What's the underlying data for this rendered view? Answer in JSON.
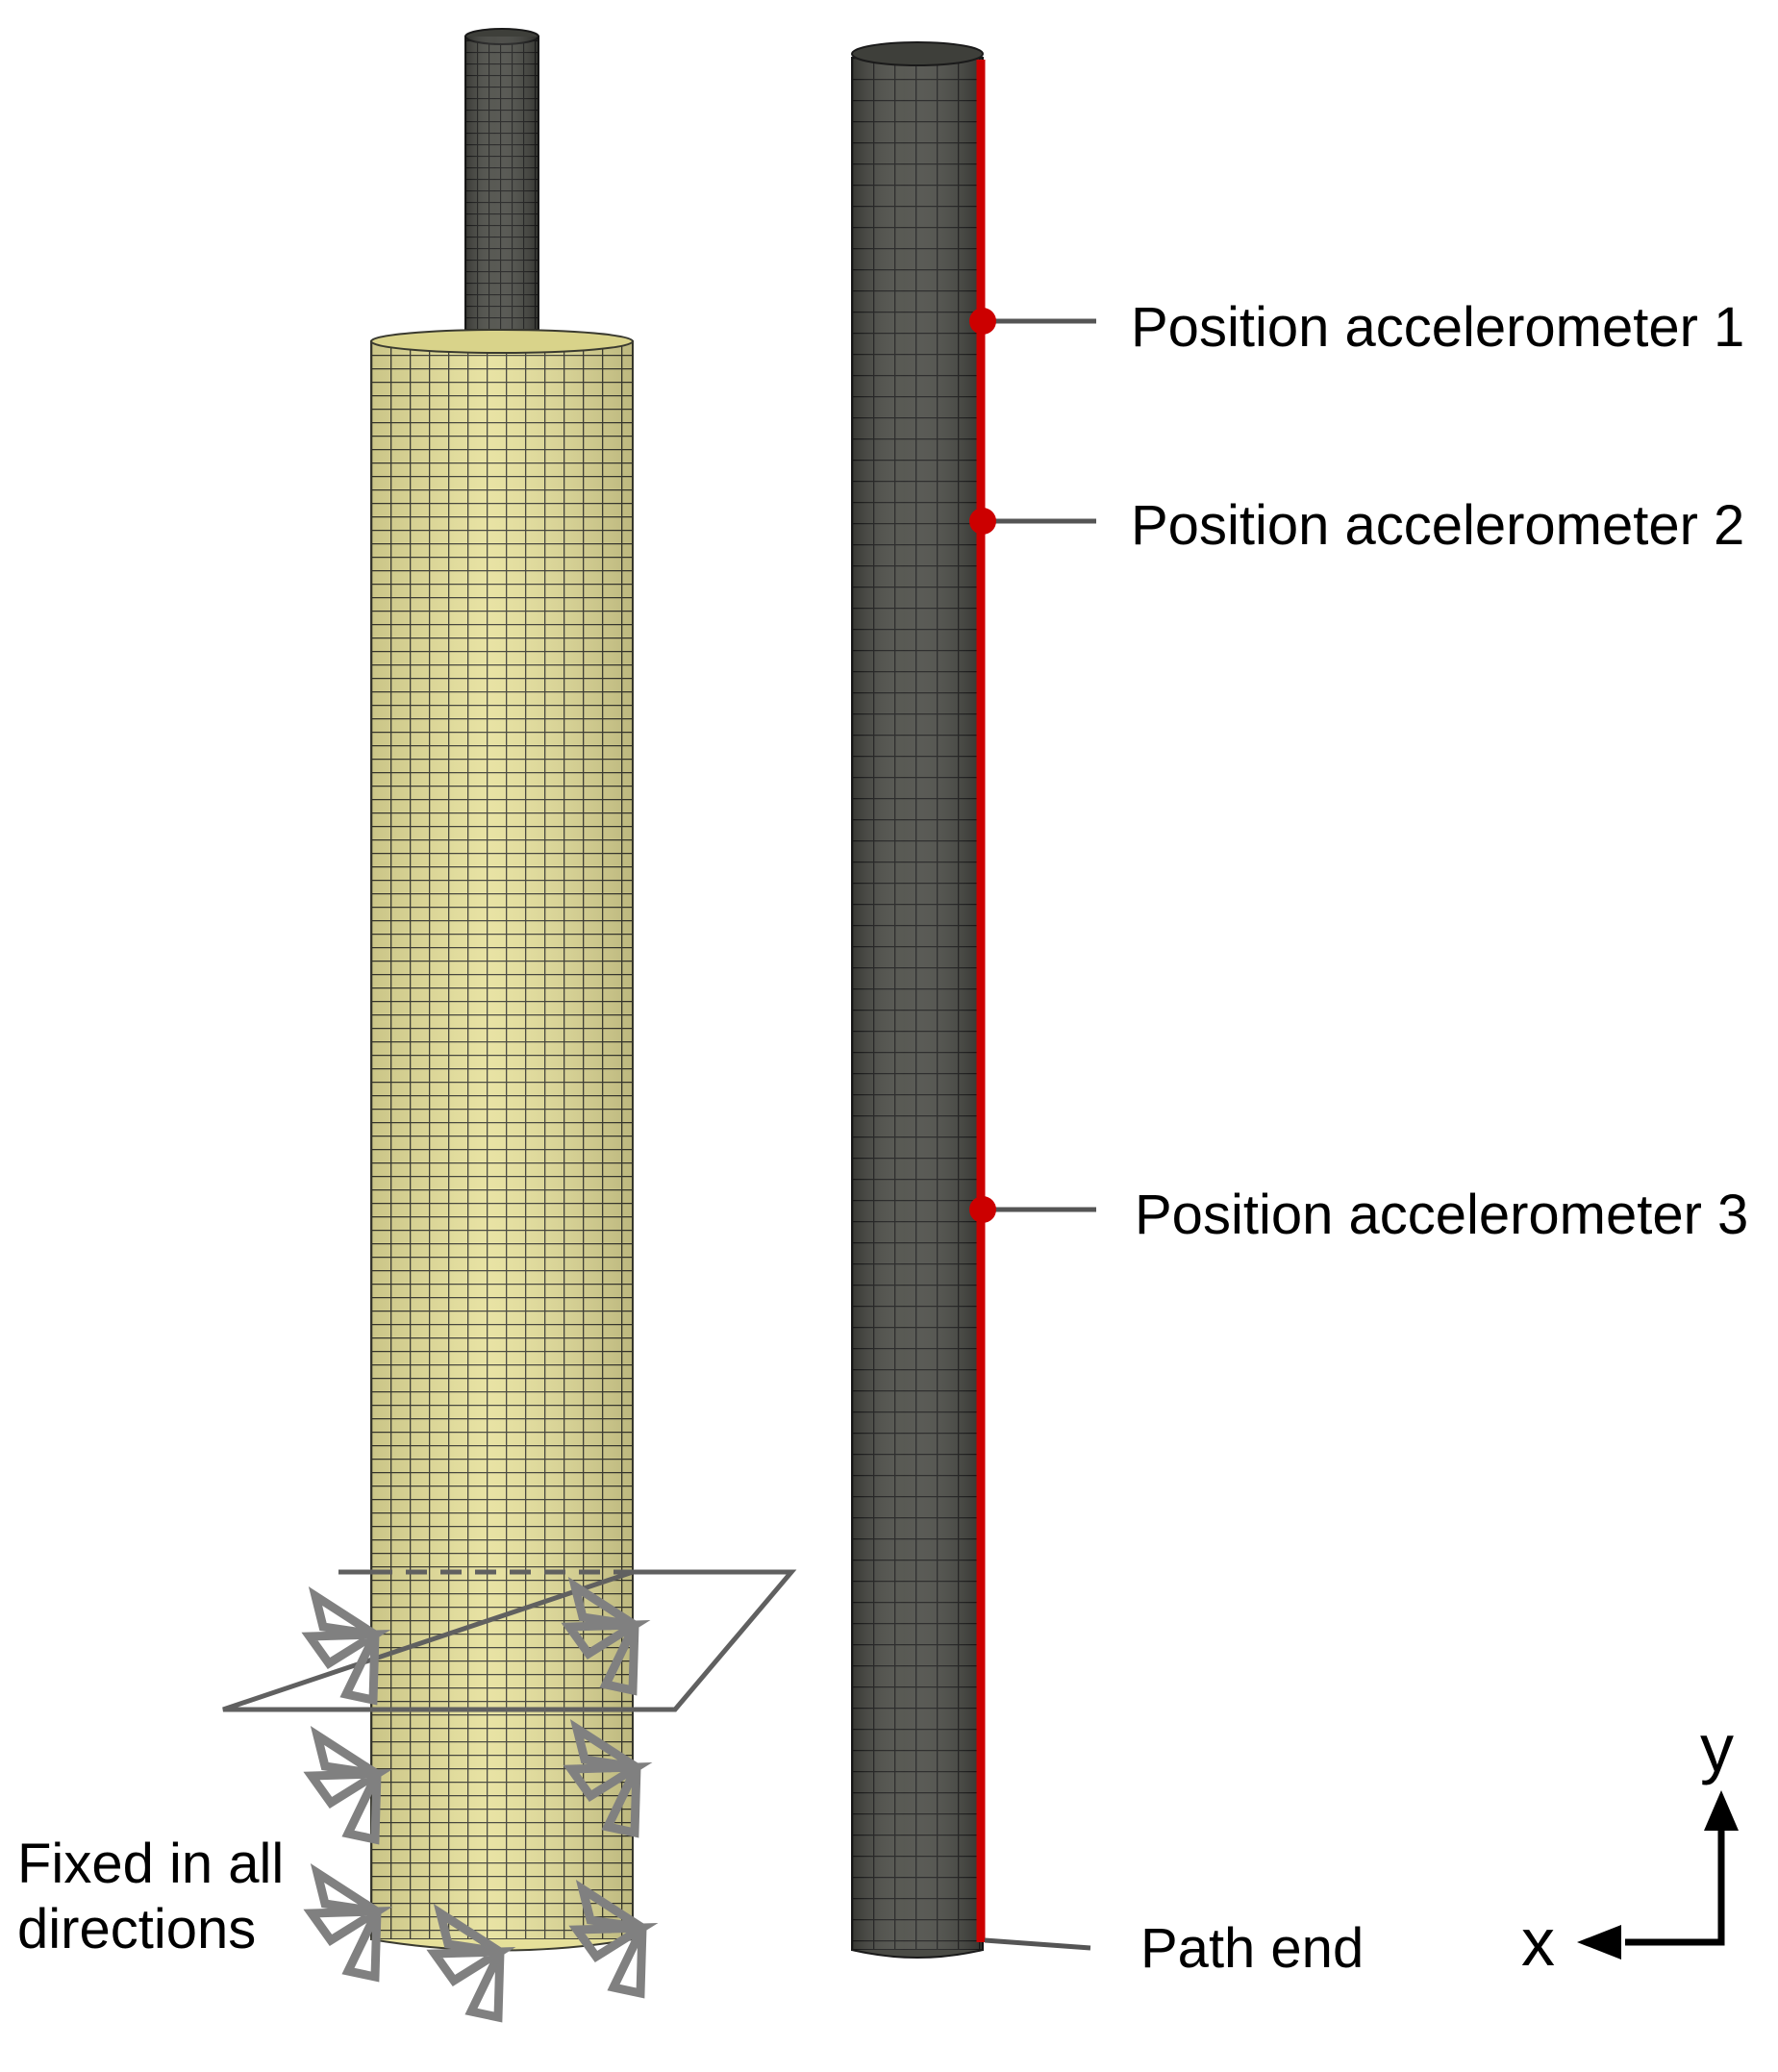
{
  "labels": {
    "accelerometer_1": "Position accelerometer 1",
    "accelerometer_2": "Position accelerometer 2",
    "accelerometer_3": "Position accelerometer 3",
    "path_end": "Path end",
    "fixed_line1": "Fixed in all",
    "fixed_line2": "directions"
  },
  "axes": {
    "x": "x",
    "y": "y"
  },
  "colors": {
    "soil_mesh_fill": "#e6e09a",
    "soil_mesh_line": "#3a3a30",
    "pile_fill": "#4a4b45",
    "pile_line": "#1a1a1a",
    "path_line": "#cc0000",
    "marker": "#cc0000",
    "leader_line": "#555555",
    "boundary_symbol": "#808080"
  },
  "icons": {
    "boundary": "fixed-support-icon",
    "axes": "axis-triad-icon"
  }
}
